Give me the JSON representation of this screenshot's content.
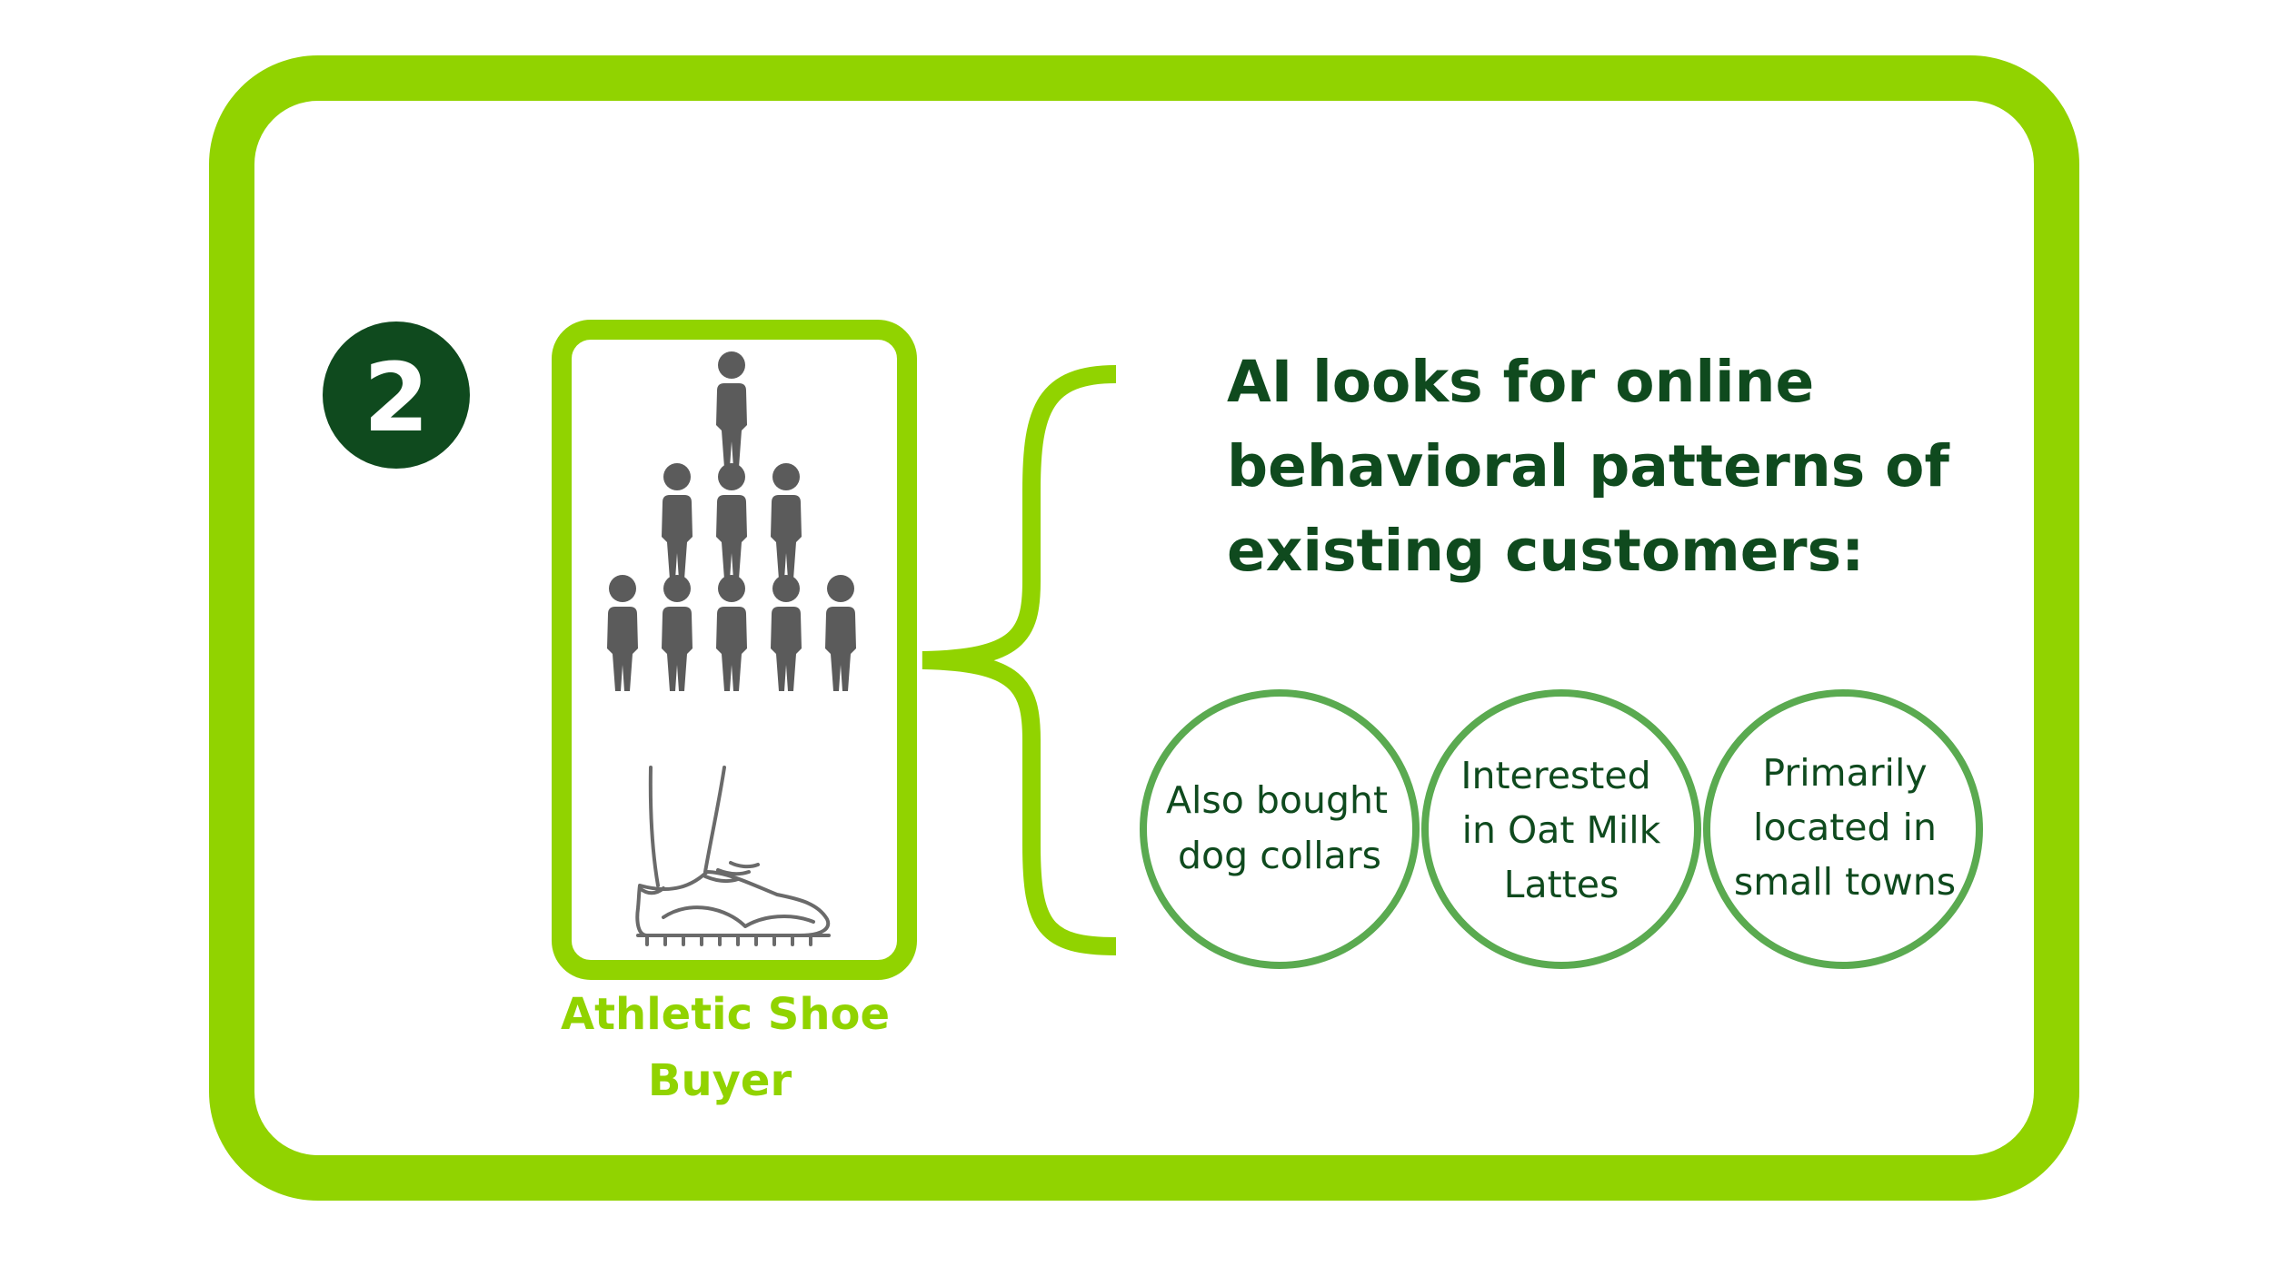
{
  "colors": {
    "frame_green": "#91D300",
    "dark_green": "#0F4A1E",
    "mid_green": "#5AAA50",
    "person_gray": "#5B5B5B",
    "outline_gray": "#6A6A6A",
    "background": "#FFFFFF"
  },
  "step": {
    "number": "2"
  },
  "segment": {
    "caption_lines": [
      "Athletic Shoe",
      "Buyer"
    ],
    "people_icon": "people-pyramid-icon",
    "shoe_icon": "athletic-shoe-icon"
  },
  "heading": {
    "lines": [
      "AI looks for online",
      "behavioral patterns of",
      "existing customers:"
    ]
  },
  "patterns": [
    {
      "lines": [
        "Also bought",
        "dog collars"
      ]
    },
    {
      "lines": [
        "Interested",
        "in Oat Milk",
        "Lattes"
      ]
    },
    {
      "lines": [
        "Primarily",
        "located in",
        "small towns"
      ]
    }
  ]
}
